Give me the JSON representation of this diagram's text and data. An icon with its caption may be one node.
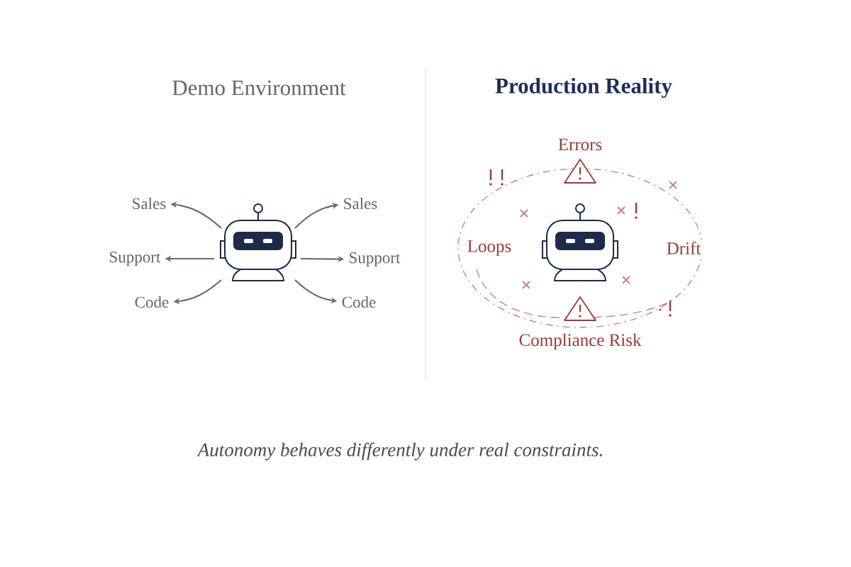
{
  "diagram": {
    "caption": "Autonomy behaves differently under real constraints.",
    "nodes": [
      {
        "text": [],
        "shape": "robot"
      },
      {
        "text": [
          "Sales"
        ]
      },
      {
        "text": [
          "Support"
        ]
      },
      {
        "text": [
          "Code"
        ]
      },
      {
        "text": [
          "Sales"
        ]
      },
      {
        "text": [
          "Support"
        ]
      },
      {
        "text": [
          "Code"
        ]
      },
      {
        "text": [],
        "shape": "robot"
      }
    ],
    "edges": [
      {
        "from": 0,
        "to": 1,
        "arrow": "to"
      },
      {
        "from": 0,
        "to": 2,
        "arrow": "to"
      },
      {
        "from": 0,
        "to": 3,
        "arrow": "to"
      },
      {
        "from": 0,
        "to": 4,
        "arrow": "to"
      },
      {
        "from": 0,
        "to": 5,
        "arrow": "to"
      },
      {
        "from": 0,
        "to": 6,
        "arrow": "to"
      }
    ],
    "labels": [
      "Demo Environment",
      "Production Reality",
      "Errors",
      "Loops",
      "Drift",
      "Compliance Risk"
    ]
  }
}
